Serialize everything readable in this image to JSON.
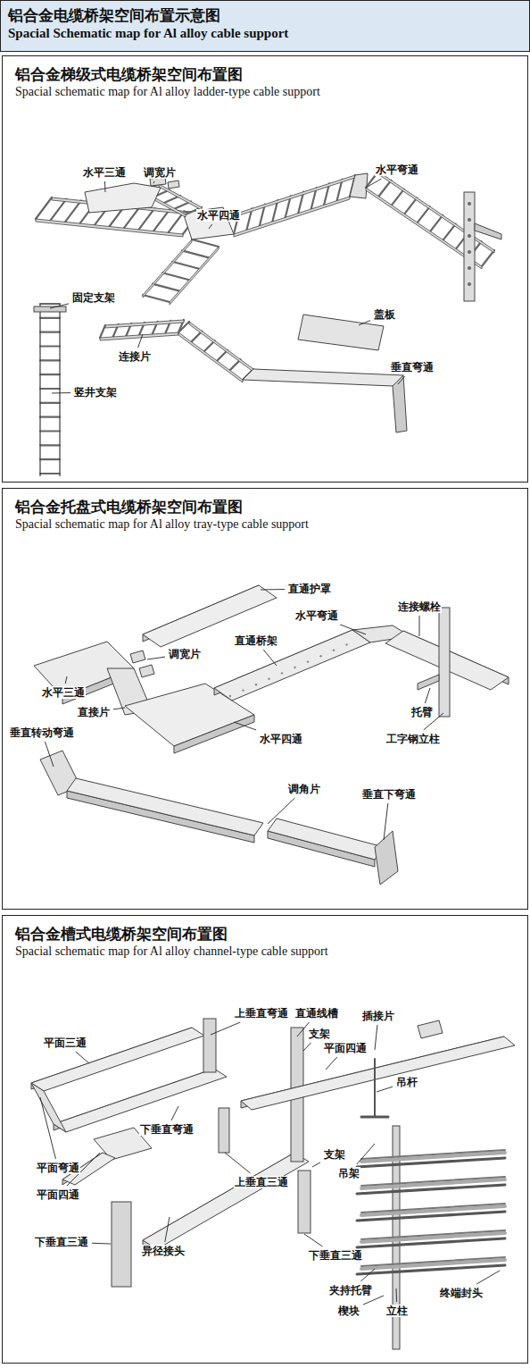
{
  "diagram": {
    "nodes": [
      {
        "text": [
          "铝合金电缆桥架空间布置示意图",
          "Spacial Schematic map for Al alloy cable support"
        ]
      },
      {
        "text": [
          "铝合金梯级式电缆桥架空间布置图",
          "Spacial schematic map for Al alloy ladder-type cable support"
        ]
      },
      {
        "text": [
          "铝合金托盘式电缆桥架空间布置图",
          "Spacial schematic map for Al alloy tray-type cable support"
        ]
      },
      {
        "text": [
          "铝合金槽式电缆桥架空间布置图",
          "Spacial schematic map for Al alloy channel-type cable support"
        ]
      }
    ],
    "labels": [
      "水平三通",
      "调宽片",
      "水平弯通",
      "水平四通",
      "固定支架",
      "盖板",
      "连接片",
      "竖井支架",
      "垂直弯通",
      "直通护罩",
      "水平弯通",
      "连接螺栓",
      "直通桥架",
      "调宽片",
      "水平三通",
      "直接片",
      "托臂",
      "垂直转动弯通",
      "水平四通",
      "工字钢立柱",
      "调角片",
      "垂直下弯通",
      "平面三通",
      "上垂直弯通",
      "直通线槽",
      "插接片",
      "支架",
      "平面四通",
      "吊杆",
      "下垂直弯通",
      "平面弯通",
      "支架",
      "吊架",
      "平面四通",
      "上垂直三通",
      "下垂直三通",
      "下垂直三通",
      "异径接头",
      "夹持托臂",
      "终端封头",
      "楔块",
      "立柱"
    ]
  }
}
